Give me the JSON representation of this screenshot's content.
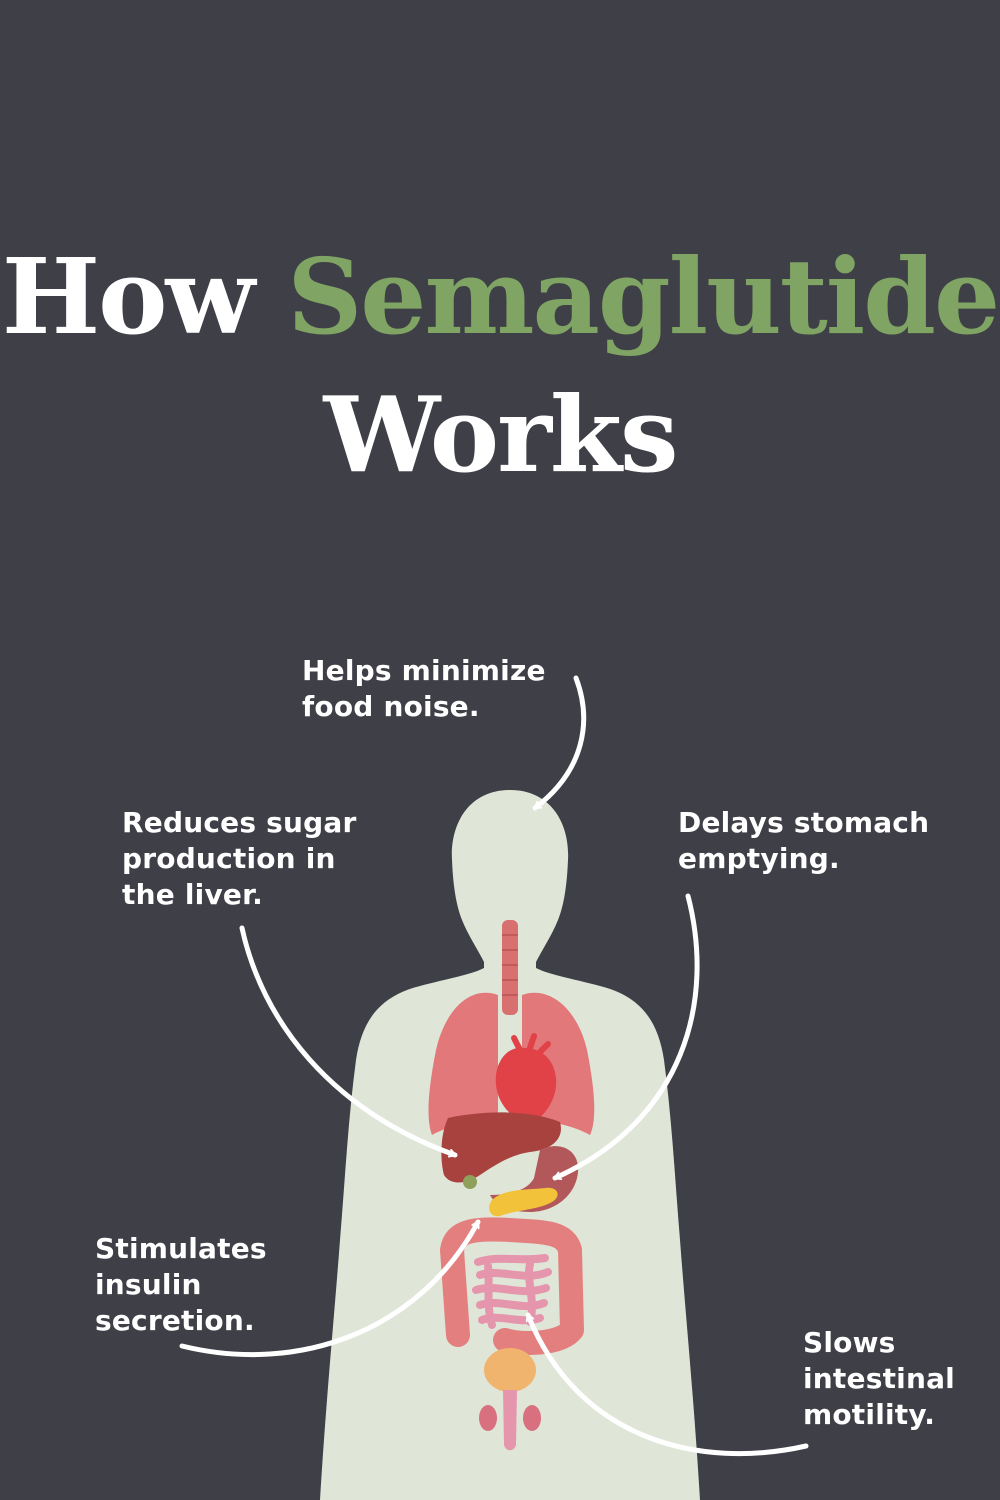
{
  "title": {
    "prefix": "How",
    "highlight": "Semaglutide",
    "line2": "Works"
  },
  "labels": {
    "brain": [
      "Helps minimize",
      "food noise."
    ],
    "liver": [
      "Reduces sugar",
      "production in",
      "the liver."
    ],
    "stomach": [
      "Delays stomach",
      "emptying."
    ],
    "pancreas": [
      "Stimulates",
      "insulin",
      "secretion."
    ],
    "intestine": [
      "Slows",
      "intestinal",
      "motility."
    ]
  },
  "colors": {
    "background": "#3f3f47",
    "accent": "#7fa463",
    "body": "#dfe6d8",
    "lungs": "#e2787a",
    "heart": "#e04248",
    "liver": "#a8423f",
    "pancreas": "#f2c23a",
    "intestine": "#e596ad",
    "bladder": "#f0b46e"
  }
}
